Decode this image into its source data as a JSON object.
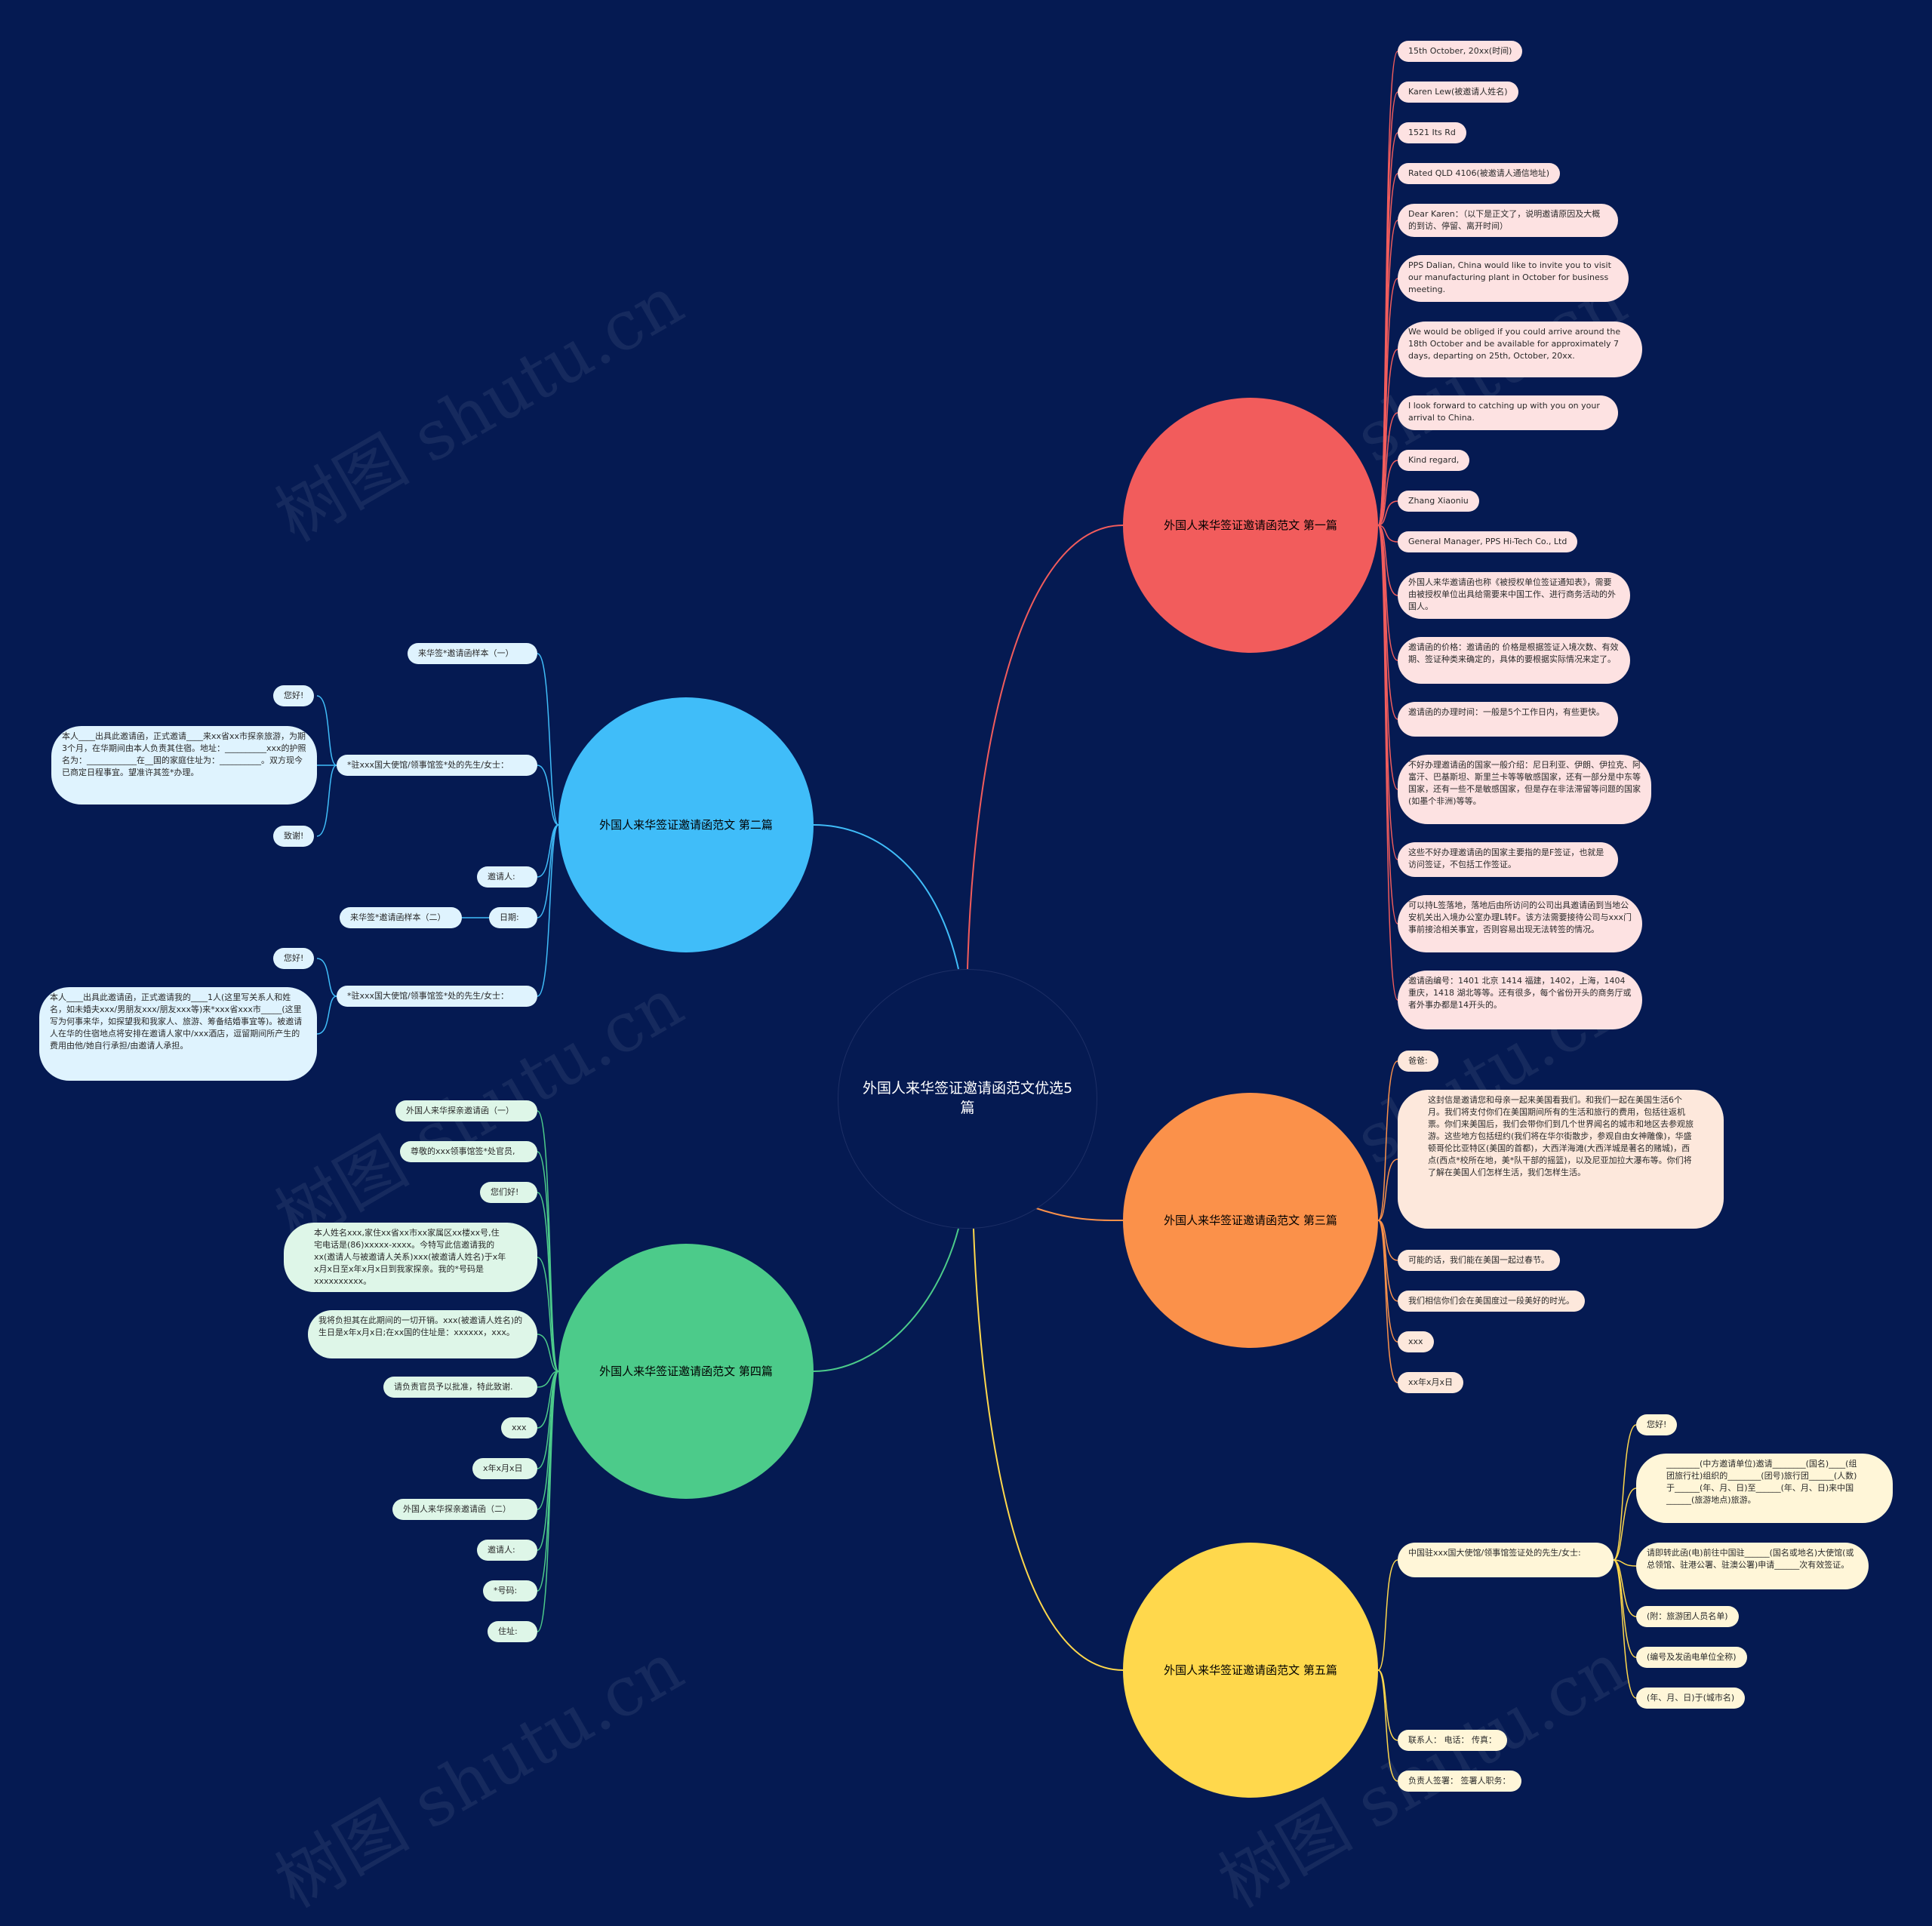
{
  "center": {
    "title": "外国人来华签证邀请函范文优选5篇"
  },
  "watermark": "树图 shutu.cn",
  "colors": {
    "background": "#051a52",
    "b1": "#f25c5c",
    "b2": "#40bdf9",
    "b3": "#fb914a",
    "b4": "#4ccb8a",
    "b5": "#ffd84c"
  },
  "branches": [
    {
      "id": "b1",
      "title": "外国人来华签证邀请函范文 第一篇",
      "color": "#f25c5c",
      "leaf_bg": "#fde2e2",
      "children": [
        {
          "text": "15th October, 20xx(时间)"
        },
        {
          "text": "Karen Lew(被邀请人姓名)"
        },
        {
          "text": "1521 Its Rd"
        },
        {
          "text": "Rated QLD 4106(被邀请人通信地址)"
        },
        {
          "text": "Dear Karen：（以下是正文了，说明邀请原因及大概的到访、停留、离开时间）"
        },
        {
          "text": "PPS Dalian, China would like to invite you to visit our manufacturing plant in October for business meeting."
        },
        {
          "text": "We would be obliged if you could arrive around the 18th October and be available for approximately 7 days, departing on 25th, October, 20xx."
        },
        {
          "text": "I look forward to catching up with you on your arrival to China."
        },
        {
          "text": "Kind regard,"
        },
        {
          "text": "Zhang Xiaoniu"
        },
        {
          "text": "General Manager, PPS Hi-Tech Co., Ltd"
        },
        {
          "text": "外国人来华邀请函也称《被授权单位签证通知表》，需要由被授权单位出具给需要来中国工作、进行商务活动的外国人。"
        },
        {
          "text": "邀请函的价格：邀请函的 价格是根据签证入境次数、有效期、签证种类来确定的，具体的要根据实际情况来定了。"
        },
        {
          "text": "邀请函的办理时间：一般是5个工作日内，有些更快。"
        },
        {
          "text": "不好办理邀请函的国家一般介绍：尼日利亚、伊朗、伊拉克、阿富汗、巴基斯坦、斯里兰卡等等敏感国家，还有一部分是中东等国家，还有一些不是敏感国家，但是存在非法滞留等问题的国家(如墨个非洲)等等。"
        },
        {
          "text": "这些不好办理邀请函的国家主要指的是F签证，也就是访问签证，不包括工作签证。"
        },
        {
          "text": "可以持L签落地，落地后由所访问的公司出具邀请函到当地公安机关出入境办公室办理L转F。该方法需要接待公司与xxx门事前接洽相关事宜，否则容易出现无法转签的情况。"
        },
        {
          "text": "邀请函编号：1401 北京 1414 福建，1402，上海，1404 重庆，1418 湖北等等。还有很多，每个省份开头的商务厅或者外事办都是14开头的。"
        }
      ]
    },
    {
      "id": "b2",
      "title": "外国人来华签证邀请函范文 第二篇",
      "color": "#40bdf9",
      "leaf_bg": "#dff3fe",
      "children": [
        {
          "text": "来华签*邀请函样本（一）"
        },
        {
          "text": "*驻xxx国大使馆/领事馆签*处的先生/女士：",
          "children": [
            {
              "text": "您好!"
            },
            {
              "text": "本人____出具此邀请函，正式邀请____来xx省xx市探亲旅游，为期3个月，在华期间由本人负责其住宿。地址：__________xxx的护照名为：____________在__国的家庭住址为：__________。双方现今已商定日程事宜。望准许其签*办理。"
            },
            {
              "text": "致谢!"
            }
          ]
        },
        {
          "text": "邀请人:"
        },
        {
          "text": "日期:",
          "children": [
            {
              "text": "来华签*邀请函样本（二）"
            }
          ]
        },
        {
          "text": "*驻xxx国大使馆/领事馆签*处的先生/女士：",
          "children": [
            {
              "text": "您好!"
            },
            {
              "text": "本人____出具此邀请函，正式邀请我的____1人(这里写关系人和姓名，如未婚夫xxx/男朋友xxx/朋友xxx等)来*xxx省xxx市_____(这里写为何事来华，如探望我和我家人、旅游、筹备结婚事宜等)。被邀请人在华的住宿地点将安排在邀请人家中/xxx酒店，逗留期间所产生的费用由他/她自行承担/由邀请人承担。"
            }
          ]
        }
      ]
    },
    {
      "id": "b3",
      "title": "外国人来华签证邀请函范文 第三篇",
      "color": "#fb914a",
      "leaf_bg": "#fde8dc",
      "children": [
        {
          "text": "爸爸:"
        },
        {
          "text": "这封信是邀请您和母亲一起来美国看我们。和我们一起在美国生活6个月。我们将支付你们在美国期间所有的生活和旅行的费用，包括往返机票。你们来美国后，我们会带你们到几个世界闻名的城市和地区去参观旅游。这些地方包括纽约(我们将在华尔街散步，参观自由女神雕像)，华盛顿哥伦比亚特区(美国的首都)，大西洋海滩(大西洋城是著名的赌城)，西点(西点*校所在地，美*队干部的摇篮)，以及尼亚加拉大瀑布等。你们将了解在美国人们怎样生活，我们怎样生活。"
        },
        {
          "text": "可能的话，我们能在美国一起过春节。"
        },
        {
          "text": "我们相信你们会在美国度过一段美好的时光。"
        },
        {
          "text": "xxx"
        },
        {
          "text": "xx年x月x日"
        }
      ]
    },
    {
      "id": "b4",
      "title": "外国人来华签证邀请函范文 第四篇",
      "color": "#4ccb8a",
      "leaf_bg": "#def6e8",
      "children": [
        {
          "text": "外国人来华探亲邀请函（一）"
        },
        {
          "text": "尊敬的xxx领事馆签*处官员,"
        },
        {
          "text": "您们好!"
        },
        {
          "text": "本人姓名xxx,家住xx省xx市xx家属区xx楼xx号,住宅电话是(86)xxxxx-xxxx。今特写此信邀请我的xx(邀请人与被邀请人关系)xxx(被邀请人姓名)于x年x月x日至x年x月x日到我家探亲。我的*号码是xxxxxxxxxx。"
        },
        {
          "text": "我将负担其在此期间的一切开销。xxx(被邀请人姓名)的生日是x年x月x日;在xx国的住址是：xxxxxx，xxx。"
        },
        {
          "text": "请负责官员予以批准，特此致谢."
        },
        {
          "text": "xxx"
        },
        {
          "text": "x年x月x日"
        },
        {
          "text": "外国人来华探亲邀请函（二）"
        },
        {
          "text": "邀请人:"
        },
        {
          "text": "*号码:"
        },
        {
          "text": "住址:"
        }
      ]
    },
    {
      "id": "b5",
      "title": "外国人来华签证邀请函范文 第五篇",
      "color": "#ffd84c",
      "leaf_bg": "#fff6d8",
      "children": [
        {
          "text": "中国驻xxx国大使馆/领事馆签证处的先生/女士:",
          "children": [
            {
              "text": "您好!"
            },
            {
              "text": "________(中方邀请单位)邀请________(国名)____(组团旅行社)组织的________(团号)旅行团______(人数)于______(年、月、日)至______(年、月、日)来中国______(旅游地点)旅游。"
            },
            {
              "text": "请即转此函(电)前往中国驻______(国名或地名)大使馆(或总领馆、驻港公署、驻澳公署)申请______次有效签证。"
            },
            {
              "text": "(附：旅游团人员名单)"
            },
            {
              "text": "(编号及发函电单位全称)"
            },
            {
              "text": "(年、月、日)于(城市名)"
            }
          ]
        },
        {
          "text": "联系人： 电话： 传真："
        },
        {
          "text": "负责人签署： 签署人职务："
        }
      ]
    }
  ]
}
